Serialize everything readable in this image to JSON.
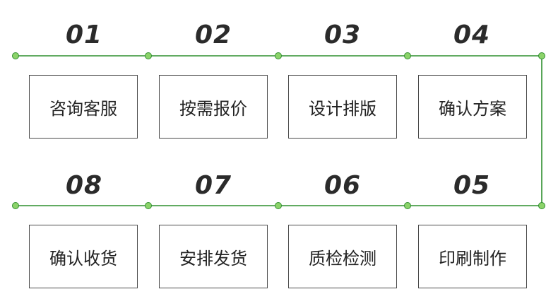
{
  "colors": {
    "line": "#2f8f2f",
    "dot": "#8cd36a",
    "text": "#222222",
    "border": "#4a4a4a"
  },
  "steps": [
    {
      "number": "01",
      "label": "咨询客服"
    },
    {
      "number": "02",
      "label": "按需报价"
    },
    {
      "number": "03",
      "label": "设计排版"
    },
    {
      "number": "04",
      "label": "确认方案"
    },
    {
      "number": "05",
      "label": "印刷制作"
    },
    {
      "number": "06",
      "label": "质检检测"
    },
    {
      "number": "07",
      "label": "安排发货"
    },
    {
      "number": "08",
      "label": "确认收货"
    }
  ]
}
